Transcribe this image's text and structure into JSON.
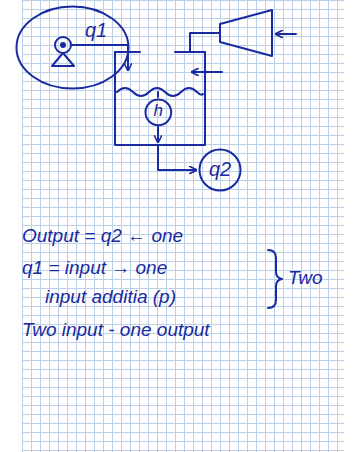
{
  "diagram": {
    "nodes": [
      {
        "text": [
          "q1"
        ]
      },
      {
        "text": [
          "h"
        ]
      },
      {
        "text": [
          "q2"
        ]
      }
    ],
    "labels": [
      "Output = q2 ← one",
      "q1 = input → one",
      "input additia (p)",
      "Two",
      "Two input - one output"
    ]
  }
}
